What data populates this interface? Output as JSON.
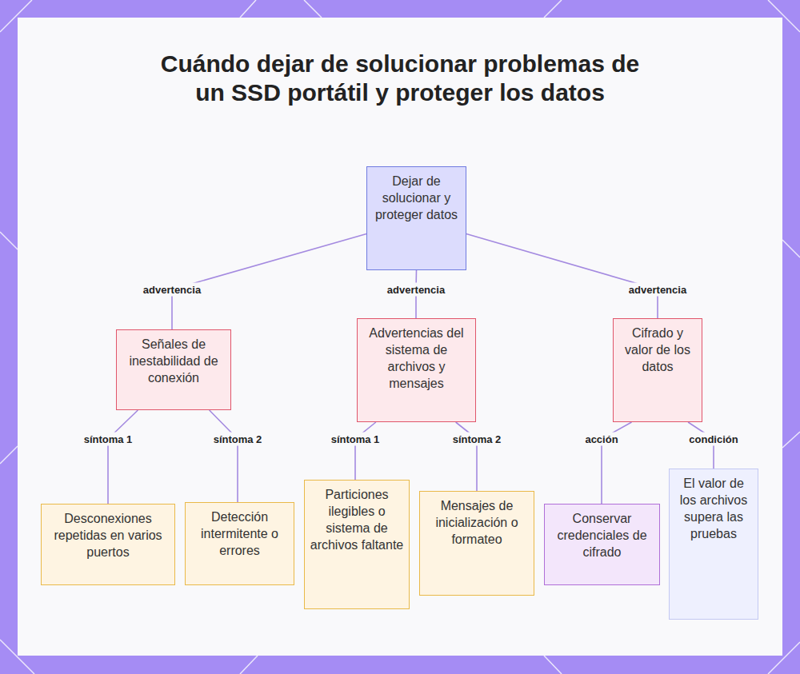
{
  "diagram": {
    "title": "Cuándo dejar de solucionar problemas de un SSD portátil y proteger los datos",
    "nodes": [
      {
        "text": [
          "Dejar de solucionar y proteger datos"
        ]
      },
      {
        "text": [
          "Señales de inestabilidad de conexión"
        ]
      },
      {
        "text": [
          "Advertencias del sistema de archivos y mensajes"
        ]
      },
      {
        "text": [
          "Cifrado y valor de los datos"
        ]
      },
      {
        "text": [
          "Desconexiones repetidas en varios puertos"
        ]
      },
      {
        "text": [
          "Detección intermitente o errores"
        ]
      },
      {
        "text": [
          "Particiones ilegibles o sistema de archivos faltante"
        ]
      },
      {
        "text": [
          "Mensajes de inicialización o formateo"
        ]
      },
      {
        "text": [
          "Conservar credenciales de cifrado"
        ]
      },
      {
        "text": [
          "El valor de los archivos supera las pruebas"
        ]
      }
    ],
    "edges": [
      {
        "from": 0,
        "to": 1,
        "label": "advertencia",
        "arrow": "none"
      },
      {
        "from": 0,
        "to": 2,
        "label": "advertencia",
        "arrow": "none"
      },
      {
        "from": 0,
        "to": 3,
        "label": "advertencia",
        "arrow": "none"
      },
      {
        "from": 1,
        "to": 4,
        "label": "síntoma 1",
        "arrow": "none"
      },
      {
        "from": 1,
        "to": 5,
        "label": "síntoma 2",
        "arrow": "none"
      },
      {
        "from": 2,
        "to": 6,
        "label": "síntoma 1",
        "arrow": "none"
      },
      {
        "from": 2,
        "to": 7,
        "label": "síntoma 2",
        "arrow": "none"
      },
      {
        "from": 3,
        "to": 8,
        "label": "acción",
        "arrow": "none"
      },
      {
        "from": 3,
        "to": 9,
        "label": "condición",
        "arrow": "none"
      }
    ]
  }
}
